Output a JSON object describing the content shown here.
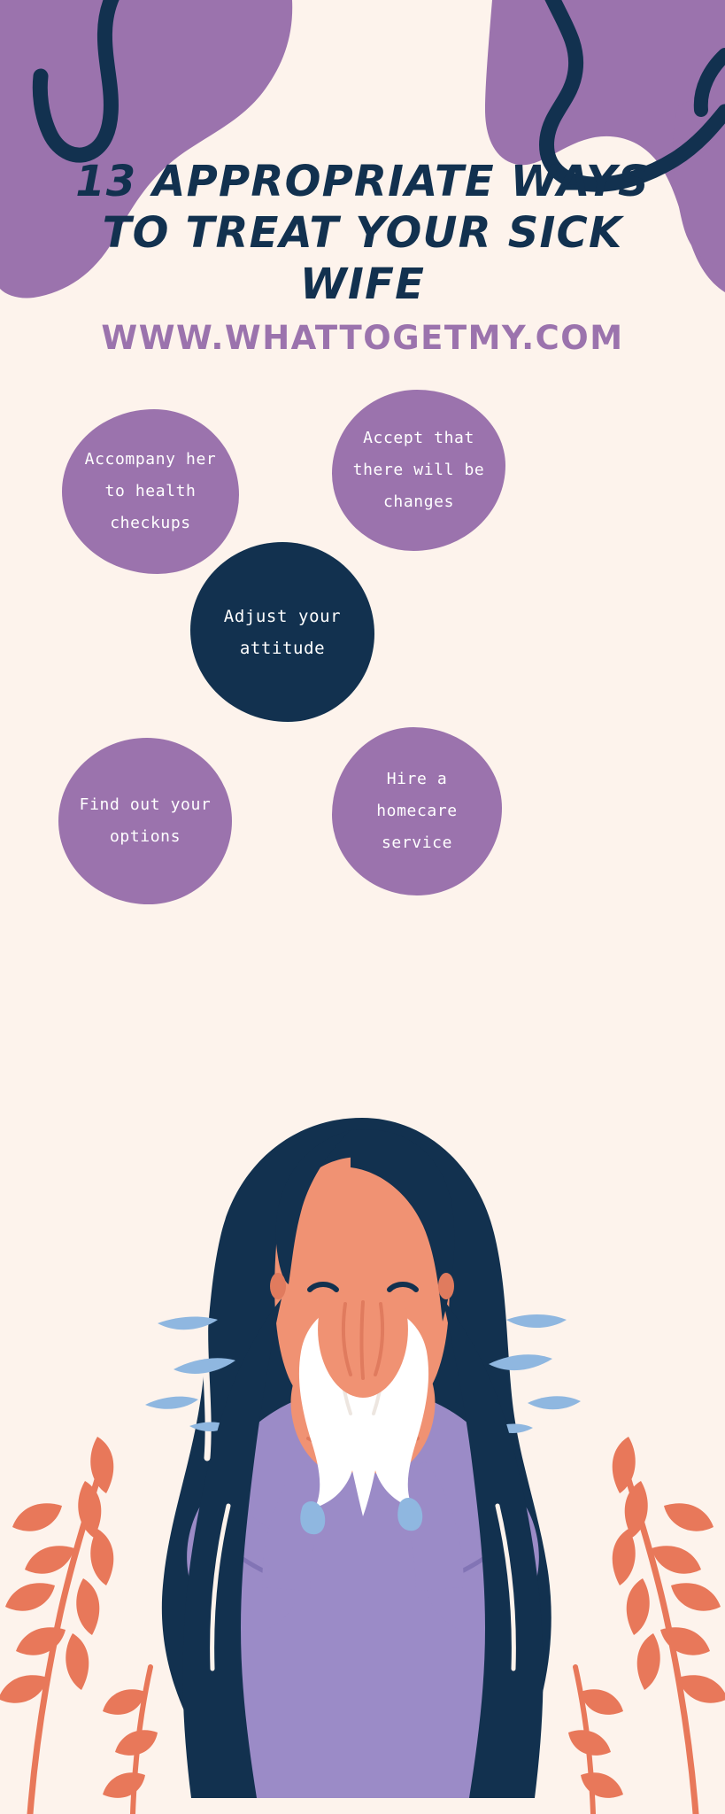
{
  "poster": {
    "title_lines": [
      "13 APPROPRIATE WAYS",
      "TO TREAT YOUR SICK",
      "WIFE"
    ],
    "title_full": "13 APPROPRIATE WAYS TO TREAT YOUR SICK WIFE",
    "website_url": "WWW.WHATTOGETMY.COM"
  },
  "colors": {
    "background": "#FDF3EC",
    "purple": "#9B73AD",
    "navy": "#12314F",
    "white": "#FFFFFF",
    "coral": "#E8785A",
    "skin": "#F09273",
    "skin_shadow": "#E07B5E",
    "hair": "#12314F",
    "sweater": "#9B8BC7",
    "sweater_dark": "#8274B5",
    "tissue": "#FFFFFF",
    "droplet": "#8FB7E0"
  },
  "bubbles": [
    {
      "id": "accompany",
      "label": "Accompany her to health checkups",
      "style": "purple"
    },
    {
      "id": "accept",
      "label": "Accept that there will be changes",
      "style": "purple"
    },
    {
      "id": "adjust",
      "label": "Adjust your attitude",
      "style": "navy"
    },
    {
      "id": "find",
      "label": "Find out your options",
      "style": "purple"
    },
    {
      "id": "hire",
      "label": "Hire a homecare service",
      "style": "purple"
    }
  ],
  "illustration": {
    "name": "woman-sneezing-into-tissue",
    "description": "Woman with long dark navy hair holding a white tissue to her face, wearing a purple sweater, with blue sneeze droplets"
  },
  "decorations": {
    "top_blobs": "purple-organic-blobs",
    "top_squiggles": "navy-wavy-lines",
    "bottom_plants": "coral-leaf-branches"
  }
}
